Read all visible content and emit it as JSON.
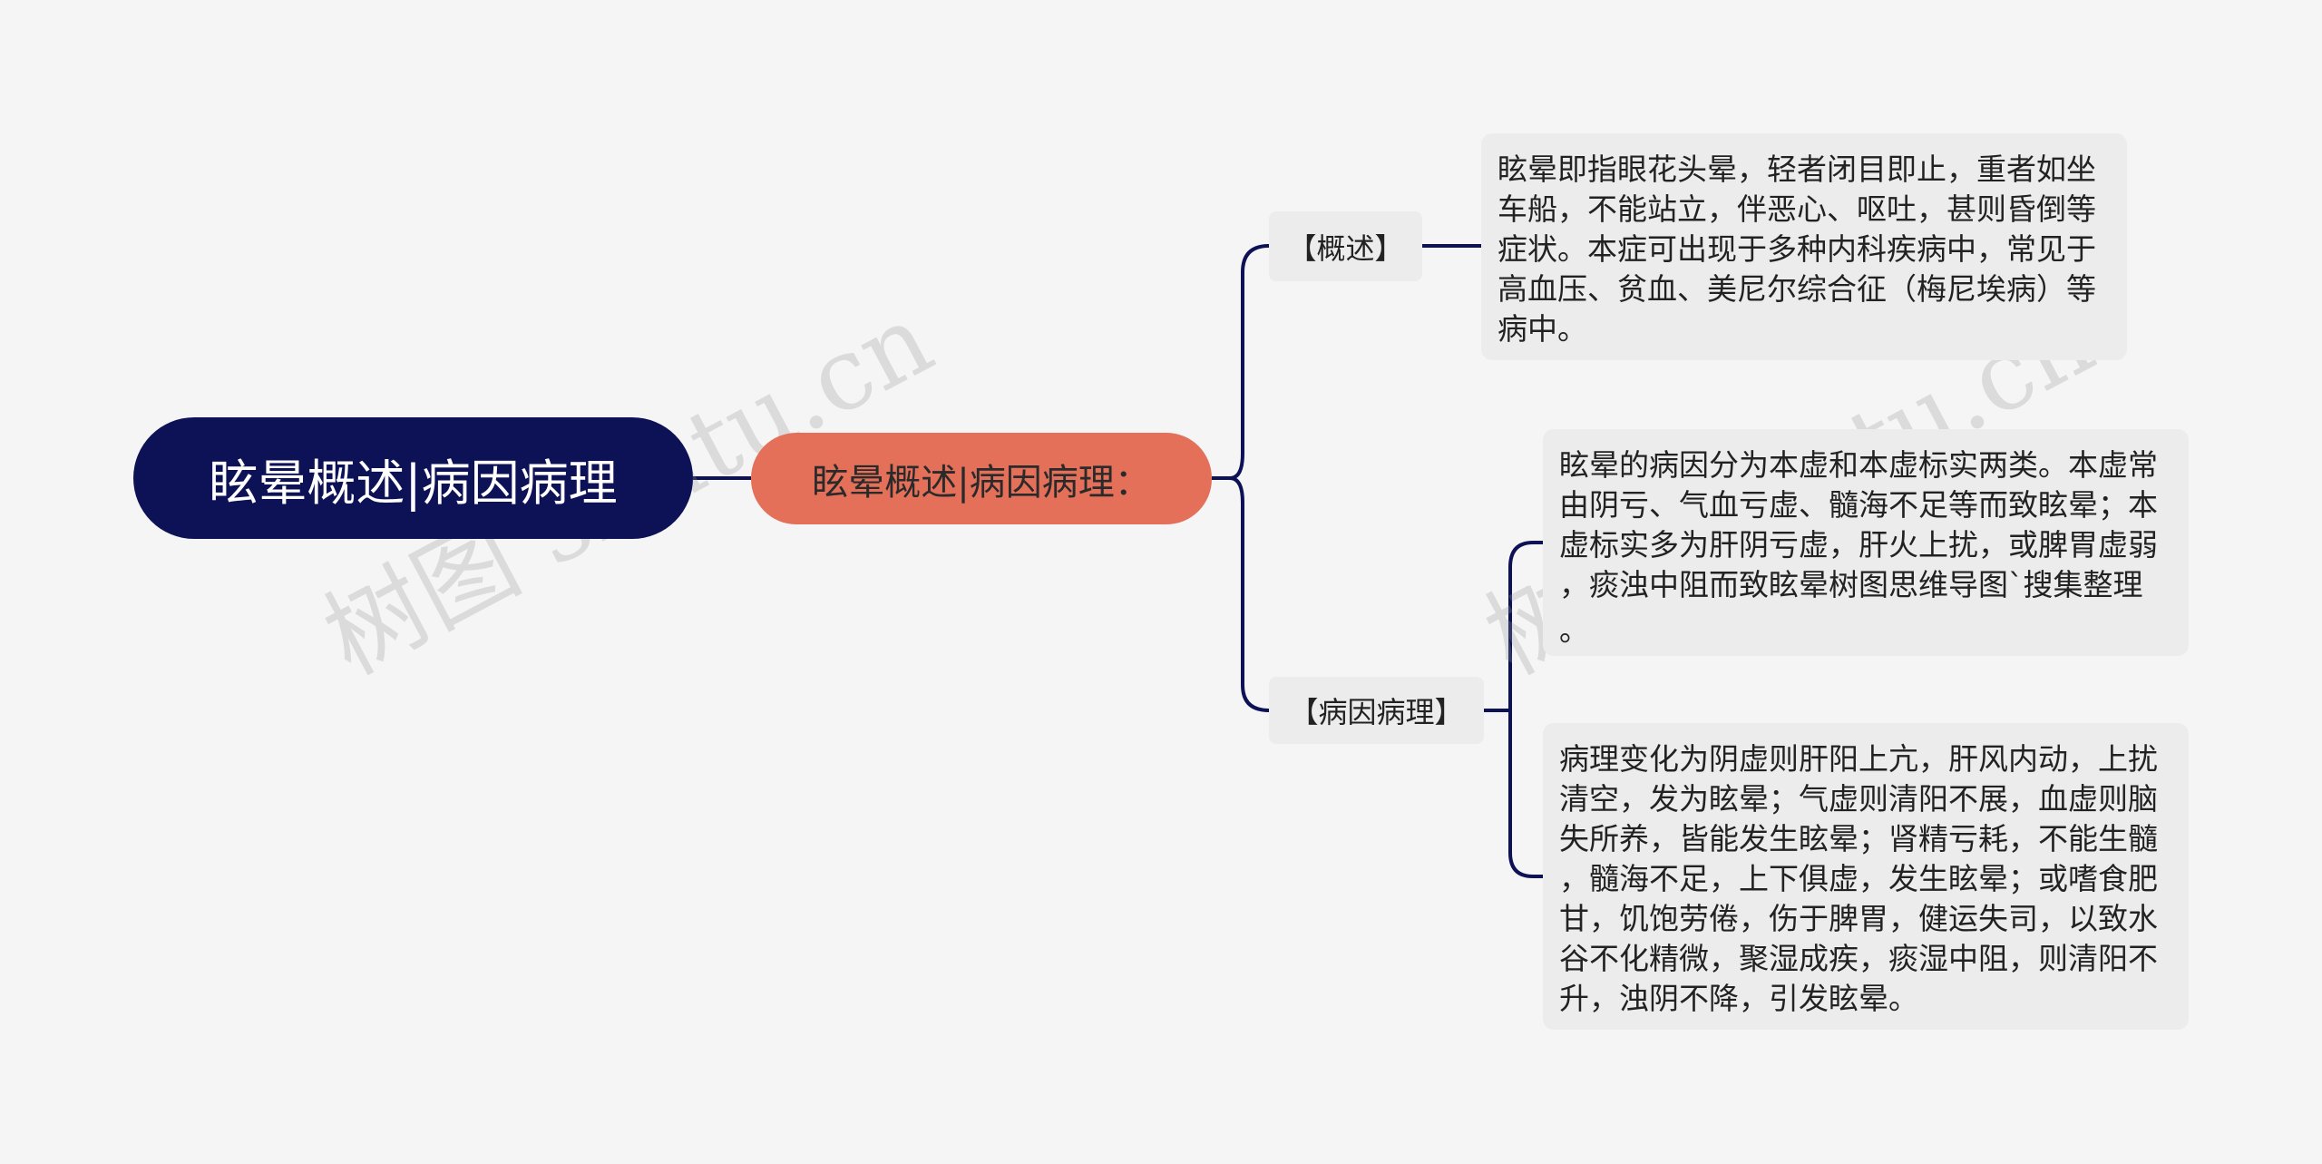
{
  "root": {
    "label": "眩晕概述|病因病理"
  },
  "secondary": {
    "label": "眩晕概述|病因病理："
  },
  "branches": [
    {
      "label": "【概述】",
      "lines": [
        "眩晕即指眼花头晕，轻者闭目即止，重者如坐",
        "车船，不能站立，伴恶心、呕吐，甚则昏倒等",
        "症状。本症可出现于多种内科疾病中，常见于",
        "高血压、贫血、美尼尔综合征（梅尼埃病）等",
        "病中。"
      ]
    },
    {
      "label": "【病因病理】",
      "children": [
        {
          "lines": [
            "眩晕的病因分为本虚和本虚标实两类。本虚常",
            "由阴亏、气血亏虚、髓海不足等而致眩晕；本",
            "虚标实多为肝阴亏虚，肝火上扰，或脾胃虚弱",
            "，痰浊中阻而致眩晕树图思维导图`搜集整理",
            "。"
          ]
        },
        {
          "lines": [
            "病理变化为阴虚则肝阳上亢，肝风内动，上扰",
            "清空，发为眩晕；气虚则清阳不展，血虚则脑",
            "失所养，皆能发生眩晕；肾精亏耗，不能生髓",
            "，髓海不足，上下俱虚，发生眩晕；或嗜食肥",
            "甘，饥饱劳倦，伤于脾胃，健运失司，以致水",
            "谷不化精微，聚湿成疾，痰湿中阻，则清阳不",
            "升，浊阴不降，引发眩晕。"
          ]
        }
      ]
    }
  ],
  "watermark": "树图 shutu.cn",
  "colors": {
    "root": "#0d1257",
    "secondary": "#e4705a",
    "line": "#0d1257",
    "box": "#ececec",
    "background": "#f5f5f5"
  }
}
